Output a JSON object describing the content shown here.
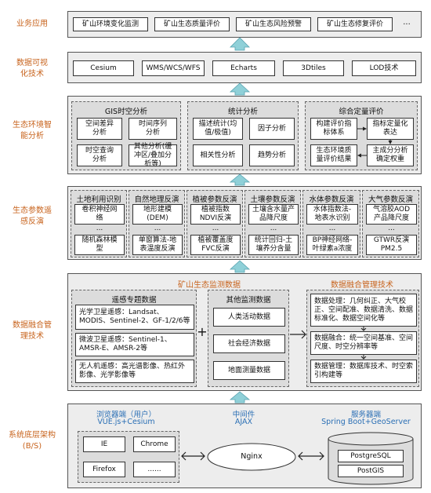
{
  "sides": [
    "业务应用",
    "数据可视化技术",
    "生态环境智能分析",
    "生态参数遥感反演",
    "数据融合管理技术",
    "系统底层架构(B/S)"
  ],
  "apps": [
    "矿山环境变化监测",
    "矿山生态质量评价",
    "矿山生态风险预警",
    "矿山生态修复评价",
    "..."
  ],
  "viz": [
    "Cesium",
    "WMS/WCS/WFS",
    "Echarts",
    "3Dtiles",
    "LOD技术"
  ],
  "gis": {
    "title": "GIS时空分析",
    "items": [
      "空间差异分析",
      "时间序列分析",
      "时空查询分析",
      "其他分析(缓冲区/叠加分析等)"
    ]
  },
  "stat": {
    "title": "统计分析",
    "items": [
      "描述统计(均值/极值)",
      "因子分析",
      "相关性分析",
      "趋势分析"
    ]
  },
  "eval": {
    "title": "综合定量评价",
    "items": [
      "构建评价指标体系",
      "指标定量化表达",
      "生态环境质量评价结果",
      "主成分分析确定权重"
    ]
  },
  "inv": [
    {
      "title": "土地利用识别",
      "a": "卷积神经网络",
      "b": "随机森林模型"
    },
    {
      "title": "自然地理反演",
      "a": "地形建模(DEM)",
      "b": "单窗算法-地表温度反演"
    },
    {
      "title": "植被参数反演",
      "a": "植被指数NDVI反演",
      "b": "植被覆盖度FVC反演"
    },
    {
      "title": "土壤参数反演",
      "a": "土壤含水量产品降尺度",
      "b": "统计回归-土壤养分含量"
    },
    {
      "title": "水体参数反演",
      "a": "水体指数法-地表水识别",
      "b": "BP神经网络-叶绿素a浓度"
    },
    {
      "title": "大气参数反演",
      "a": "气溶胶AOD产品降尺度",
      "b": "GTWR反演PM2.5"
    }
  ],
  "dots": "...",
  "fusion": {
    "left_header": "矿山生态监测数据",
    "right_header": "数据融合管理技术",
    "rs_title": "遥感专题数据",
    "rs_items": [
      "光学卫星遥感：Landsat、MODIS、Sentinel-2、GF-1/2/6等",
      "微波卫星遥感：Sentinel-1、AMSR-E、AMSR-2等",
      "无人机遥感：高光谱影像、热红外影像、光学影像等"
    ],
    "plus": "+",
    "other_title": "其他监测数据",
    "other_items": [
      "人类活动数据",
      "社会经济数据",
      "地面测量数据"
    ],
    "mgmt_items": [
      "数据处理：几何纠正、大气校正、空间配准、数据清洗、数据标准化、数据空间化等",
      "数据融合：统一空间基准、空间尺度、时空分辨率等",
      "数据管理：数据库技术、时空索引构建等"
    ]
  },
  "arch": {
    "browser_header": "浏览器端（用户）",
    "browser_sub": "VUE.js+Cesium",
    "middle_header": "中间件",
    "middle_sub": "AJAX",
    "server_header": "服务器端",
    "server_sub": "Spring Boot+GeoServer",
    "browsers": [
      "IE",
      "Chrome",
      "Firefox",
      "......"
    ],
    "nginx": "Nginx",
    "db": [
      "PostgreSQL",
      "PostGIS"
    ]
  }
}
